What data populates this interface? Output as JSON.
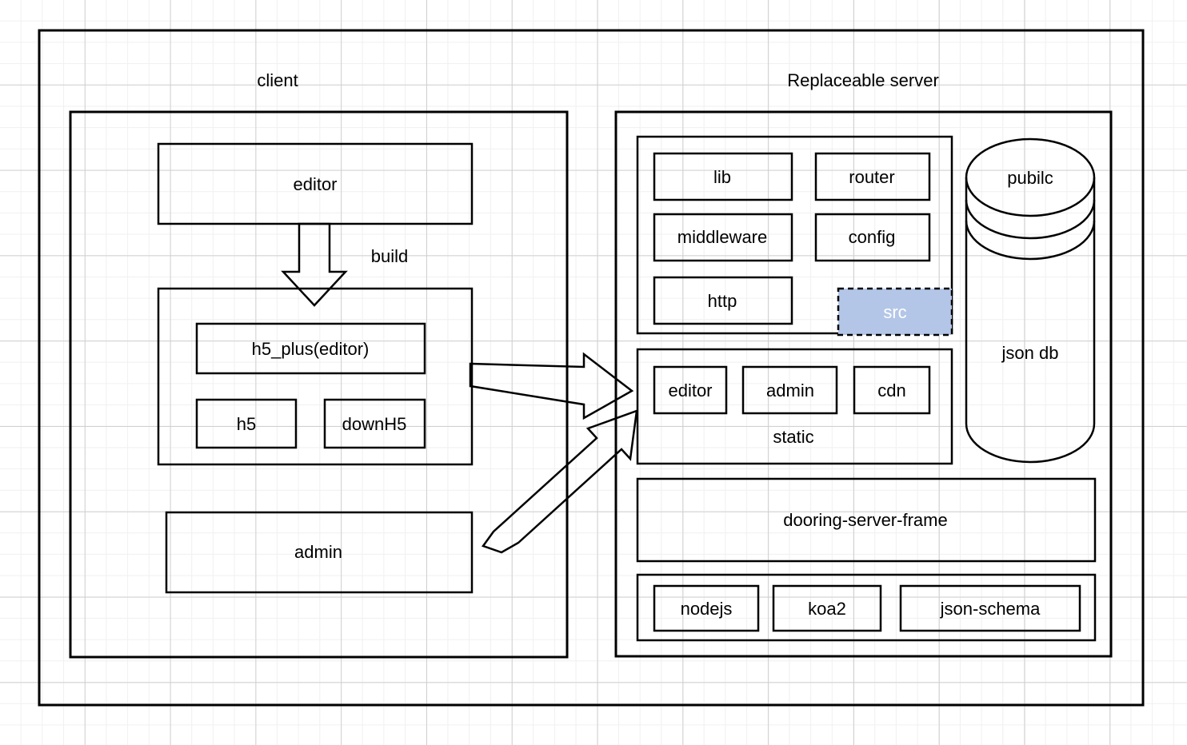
{
  "diagram": {
    "title_client": "client",
    "title_server": "Replaceable server",
    "colors": {
      "stroke": "#000000",
      "src_fill": "#b3c6e7",
      "src_text": "#ffffff",
      "background": "#ffffff",
      "grid_minor": "#f0f0f0",
      "grid_major": "#cfcfcf"
    },
    "client": {
      "editor": "editor",
      "build_arrow_label": "build",
      "h5_plus": "h5_plus(editor)",
      "h5": "h5",
      "downH5": "downH5",
      "admin": "admin"
    },
    "server": {
      "src_group": {
        "lib": "lib",
        "router": "router",
        "middleware": "middleware",
        "config": "config",
        "http": "http",
        "src": "src"
      },
      "static_group": {
        "editor": "editor",
        "admin": "admin",
        "cdn": "cdn",
        "caption": "static"
      },
      "frame": "dooring-server-frame",
      "runtime": {
        "nodejs": "nodejs",
        "koa2": "koa2",
        "json_schema": "json-schema"
      },
      "database": {
        "top": "pubilc",
        "body": "json db"
      }
    }
  }
}
